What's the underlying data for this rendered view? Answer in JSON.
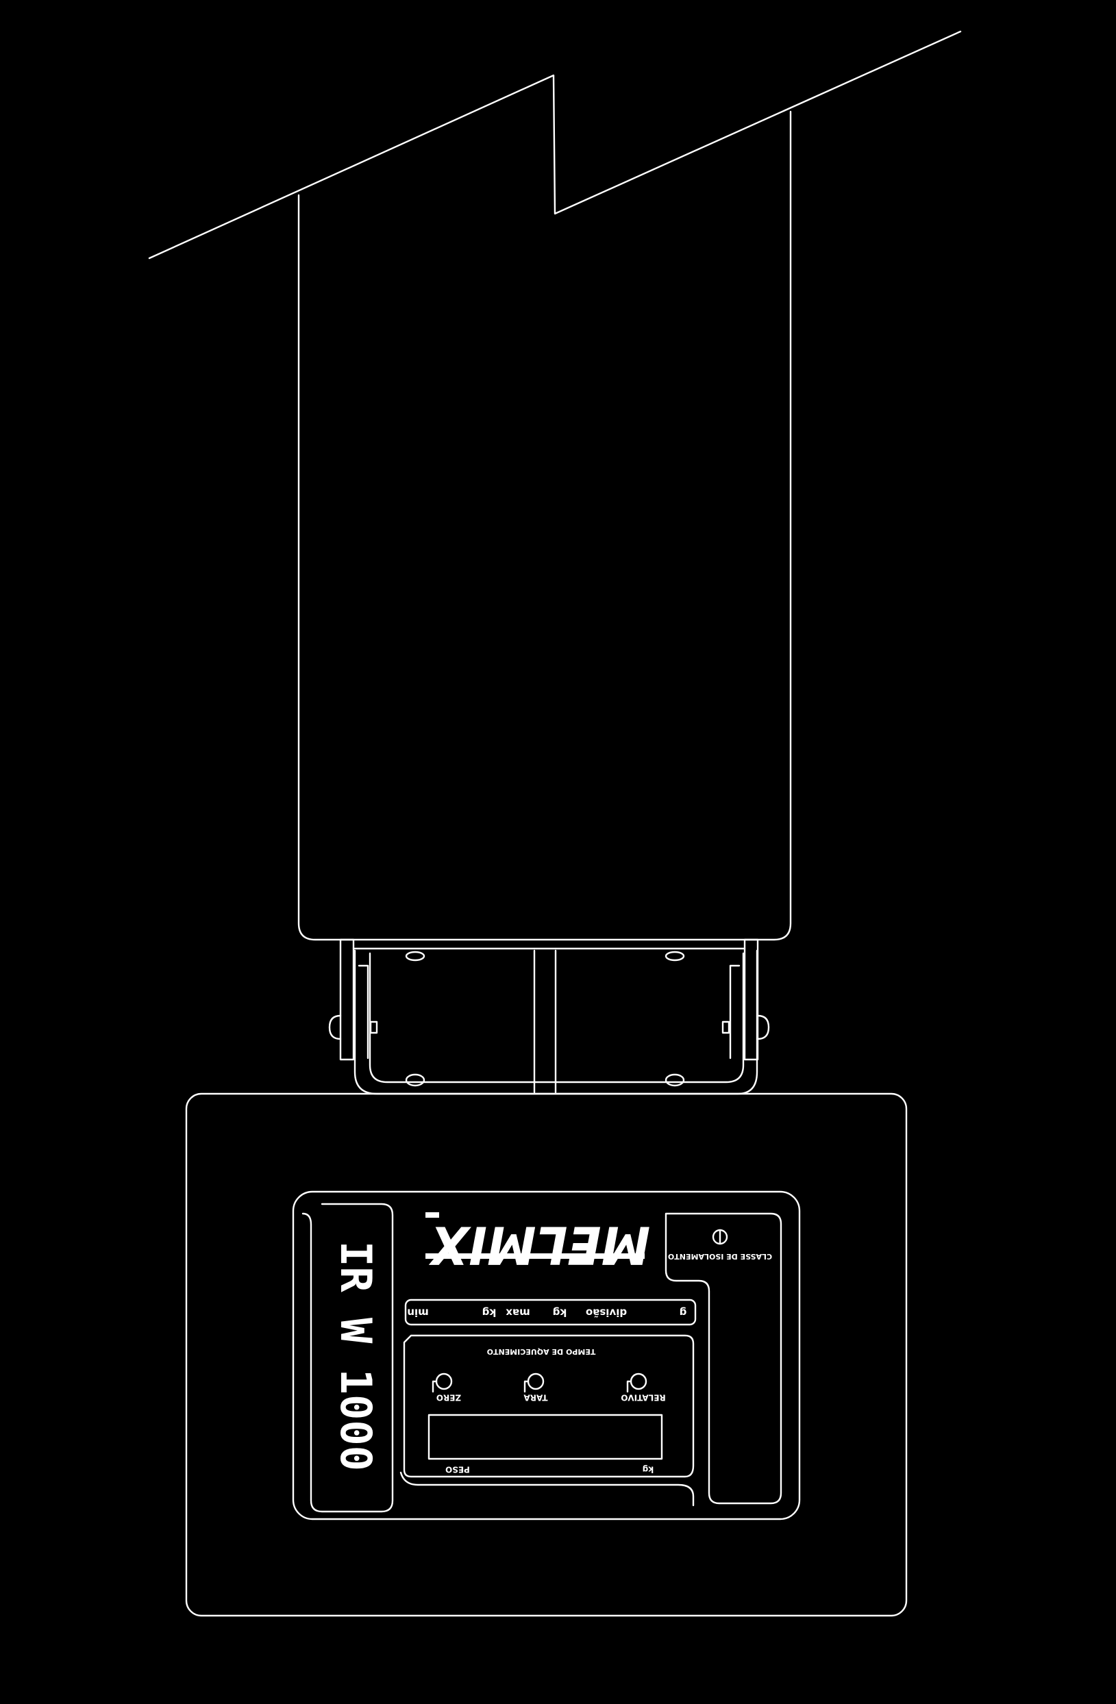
{
  "diagram": {
    "colors": {
      "background": "#000000",
      "line": "#ffffff"
    },
    "unit": {
      "brand": "MELMIX",
      "model": "IR W 1000",
      "rated_label": "CLASSE DE ISOLAMENTO",
      "door_header": "TEMPO DE AQUECIMENTO",
      "buttons": [
        {
          "label": "ZERO",
          "icon": "push-button-icon"
        },
        {
          "label": "TARA",
          "icon": "push-button-icon"
        },
        {
          "label": "RELATIVO",
          "icon": "push-button-icon"
        }
      ],
      "info_fields": [
        {
          "label": "min",
          "unit": "kg"
        },
        {
          "label": "max",
          "unit": "kg"
        },
        {
          "label": "divisão",
          "unit": "g"
        }
      ],
      "display": {
        "left_label": "PESO",
        "right_label": "kg"
      }
    }
  }
}
